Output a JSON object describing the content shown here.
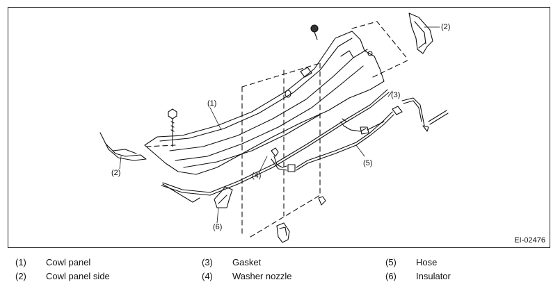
{
  "diagram": {
    "figure_code": "EI-02476",
    "callouts": {
      "c1": "(1)",
      "c2a": "(2)",
      "c2b": "(2)",
      "c3": "(3)",
      "c4": "(4)",
      "c5": "(5)",
      "c6": "(6)"
    }
  },
  "legend": [
    {
      "num": "(1)",
      "label": "Cowl panel"
    },
    {
      "num": "(2)",
      "label": "Cowl panel side"
    },
    {
      "num": "(3)",
      "label": "Gasket"
    },
    {
      "num": "(4)",
      "label": "Washer nozzle"
    },
    {
      "num": "(5)",
      "label": "Hose"
    },
    {
      "num": "(6)",
      "label": "Insulator"
    }
  ]
}
